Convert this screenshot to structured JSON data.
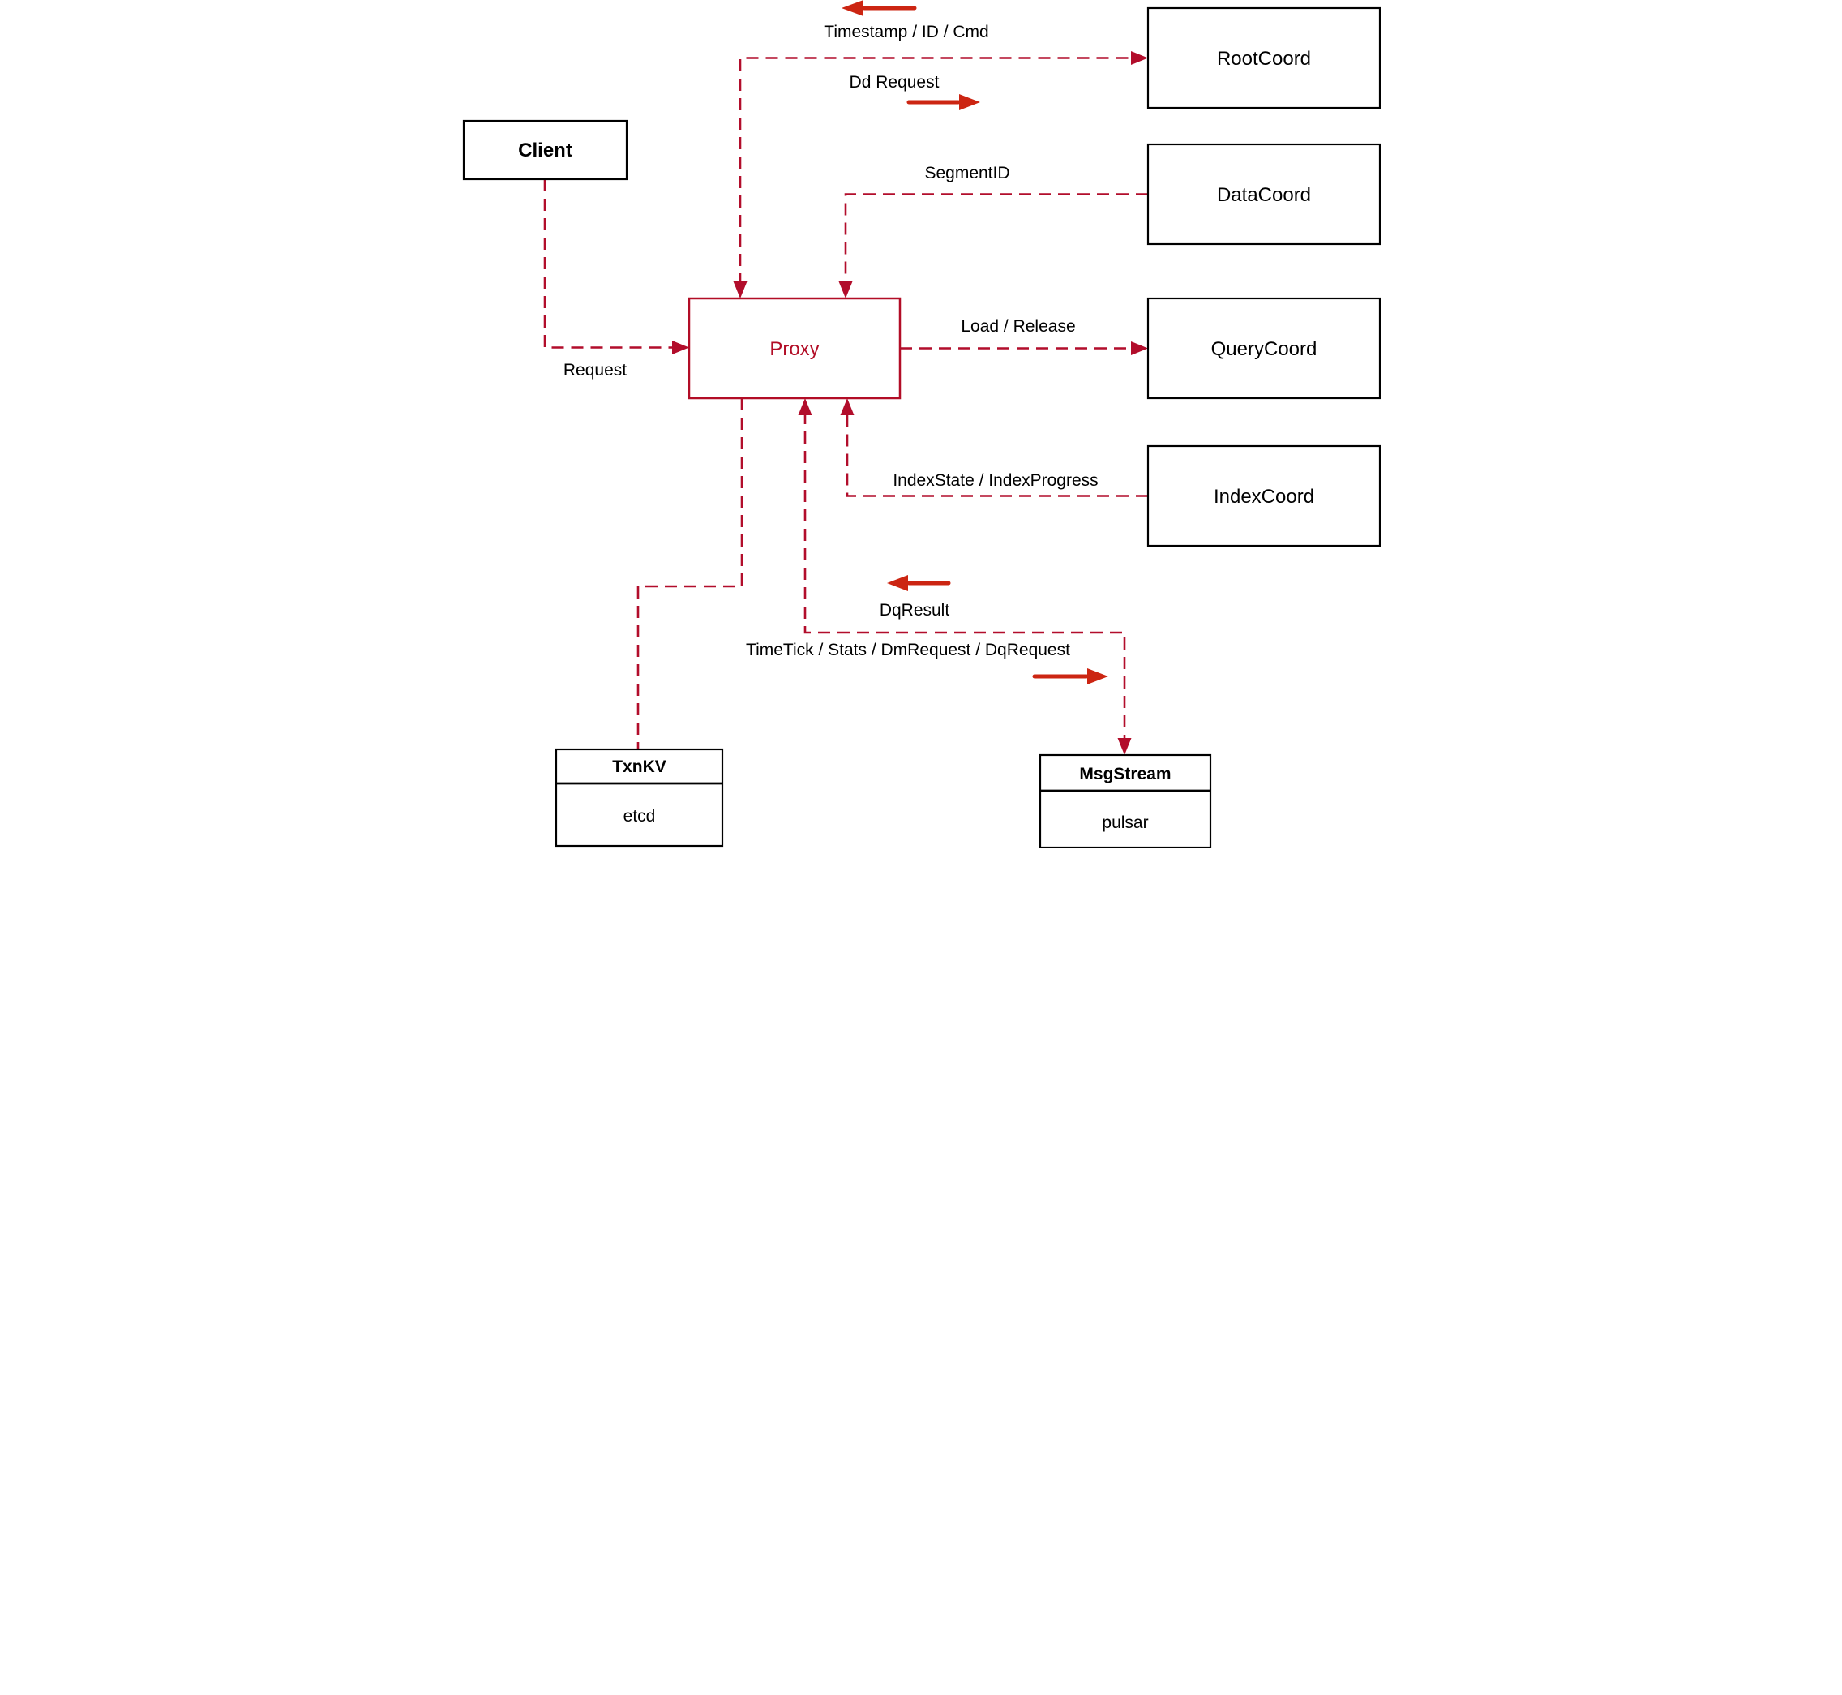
{
  "nodes": {
    "client": {
      "label": "Client"
    },
    "root_coord": {
      "label": "RootCoord"
    },
    "data_coord": {
      "label": "DataCoord"
    },
    "query_coord": {
      "label": "QueryCoord"
    },
    "index_coord": {
      "label": "IndexCoord"
    },
    "proxy": {
      "label": "Proxy"
    },
    "txn_kv": {
      "title": "TxnKV",
      "impl": "etcd"
    },
    "msg_stream": {
      "title": "MsgStream",
      "impl": "pulsar"
    }
  },
  "edge_labels": {
    "timestamp_id_cmd": "Timestamp / ID / Cmd",
    "dd_request": "Dd Request",
    "segment_id": "SegmentID",
    "load_release": "Load / Release",
    "index_state": "IndexState / IndexProgress",
    "request": "Request",
    "dq_result": "DqResult",
    "timetick": "TimeTick / Stats / DmRequest / DqRequest"
  },
  "colors": {
    "background": "#ffffff",
    "box_border": "#000000",
    "text": "#000000",
    "dashed_line": "#b20d2b",
    "solid_arrow": "#cc2512",
    "proxy_accent": "#b20d26"
  }
}
